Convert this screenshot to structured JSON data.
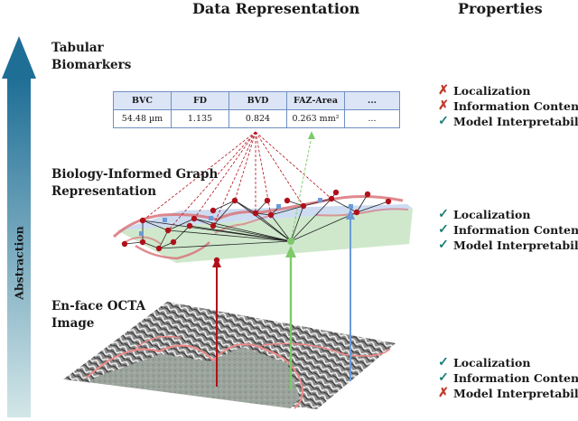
{
  "headers": {
    "data_representation": "Data Representation",
    "properties": "Properties"
  },
  "axis": {
    "label": "Abstraction"
  },
  "levels": [
    {
      "title_lines": [
        "Tabular",
        "Biomarkers"
      ],
      "properties": [
        {
          "name": "Localization",
          "status": "no"
        },
        {
          "name": "Information Content",
          "status": "no"
        },
        {
          "name": "Model Interpretability",
          "status": "yes"
        }
      ]
    },
    {
      "title_lines": [
        "Biology-Informed Graph",
        "Representation"
      ],
      "properties": [
        {
          "name": "Localization",
          "status": "yes"
        },
        {
          "name": "Information Content",
          "status": "yes"
        },
        {
          "name": "Model Interpretability",
          "status": "yes"
        }
      ]
    },
    {
      "title_lines": [
        "En-face OCTA",
        "Image"
      ],
      "properties": [
        {
          "name": "Localization",
          "status": "yes"
        },
        {
          "name": "Information Content",
          "status": "yes"
        },
        {
          "name": "Model Interpretability",
          "status": "no"
        }
      ]
    }
  ],
  "biomarker_table": {
    "headers": [
      "BVC",
      "FD",
      "BVD",
      "FAZ-Area",
      "..."
    ],
    "values": [
      "54.48 µm",
      "1.135",
      "0.824",
      "0.263 mm²",
      "..."
    ]
  },
  "icons": {
    "yes": "check-icon",
    "no": "cross-icon"
  },
  "symbols": {
    "yes": "✓",
    "no": "✗"
  },
  "colors": {
    "axis_top": "#1e6e96",
    "axis_bottom": "#d3e6e8",
    "vessel_node": "#b0101a",
    "faz_node": "#6a9ad8",
    "graph_plane": "#cfe8cc",
    "arrow_red": "#b0101a",
    "arrow_green": "#7ec96a",
    "arrow_blue": "#6a9ad8",
    "check": "#1a7f78",
    "cross": "#c0392b"
  }
}
